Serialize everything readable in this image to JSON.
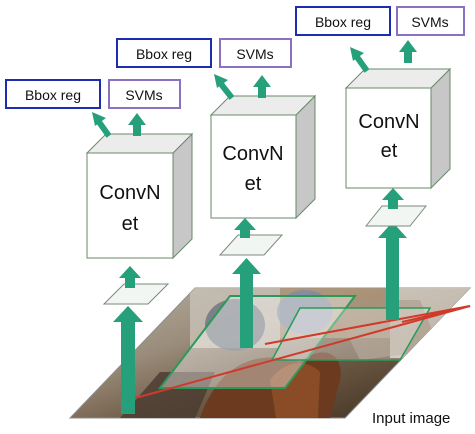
{
  "diagram": {
    "columns": [
      {
        "convnet_line1": "ConvN",
        "convnet_line2": "et",
        "bbox_label": "Bbox reg",
        "svm_label": "SVMs"
      },
      {
        "convnet_line1": "ConvN",
        "convnet_line2": "et",
        "bbox_label": "Bbox reg",
        "svm_label": "SVMs"
      },
      {
        "convnet_line1": "ConvN",
        "convnet_line2": "et",
        "bbox_label": "Bbox reg",
        "svm_label": "SVMs"
      }
    ],
    "input_label": "Input image"
  },
  "colors": {
    "arrow_green": "#26a07a",
    "bbox_border": "#1c2db0",
    "svm_border": "#8a72c2",
    "box_side": "#c7c7c7",
    "box_top": "#ececec",
    "box_edge": "#6a8a6a",
    "proposal_line": "#d03a2a"
  }
}
